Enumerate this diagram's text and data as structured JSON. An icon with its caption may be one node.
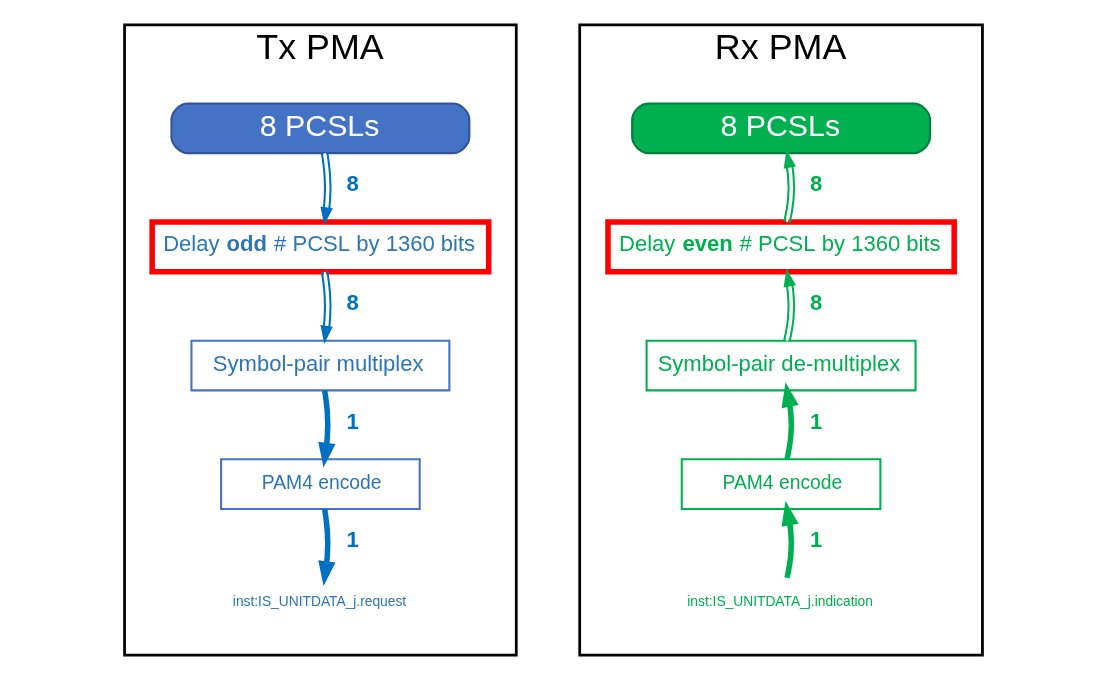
{
  "diagram": {
    "nodes": [
      {
        "text": [
          "Tx PMA"
        ]
      },
      {
        "text": [
          "8 PCSLs"
        ],
        "in": 0
      },
      {
        "text": [
          "Delay **odd** # PCSL by 1360 bits"
        ],
        "in": 0
      },
      {
        "text": [
          "Symbol-pair multiplex"
        ],
        "in": 0
      },
      {
        "text": [
          "PAM4 encode"
        ],
        "in": 0
      },
      {
        "text": [
          "inst:IS_UNITDATA_j.request"
        ],
        "in": 0
      },
      {
        "text": [
          "Rx PMA"
        ]
      },
      {
        "text": [
          "8 PCSLs"
        ],
        "in": 6
      },
      {
        "text": [
          "Delay **even** # PCSL by 1360 bits"
        ],
        "in": 6
      },
      {
        "text": [
          "Symbol-pair de-multiplex"
        ],
        "in": 6
      },
      {
        "text": [
          "PAM4 encode"
        ],
        "in": 6
      },
      {
        "text": [
          "inst:IS_UNITDATA_j.indication"
        ],
        "in": 6
      }
    ],
    "edges": [
      {
        "from": 1,
        "to": 2,
        "arrow": "to",
        "label": "8",
        "color": "#0070c0"
      },
      {
        "from": 2,
        "to": 3,
        "arrow": "to",
        "label": "8",
        "color": "#0070c0"
      },
      {
        "from": 3,
        "to": 4,
        "arrow": "to",
        "label": "1",
        "style": "thick",
        "color": "#0070c0"
      },
      {
        "from": 4,
        "to": 5,
        "arrow": "to",
        "label": "1",
        "style": "thick",
        "color": "#0070c0"
      },
      {
        "from": 11,
        "to": 10,
        "arrow": "to",
        "label": "1",
        "style": "thick",
        "color": "#00b050"
      },
      {
        "from": 10,
        "to": 9,
        "arrow": "to",
        "label": "1",
        "style": "thick",
        "color": "#00b050"
      },
      {
        "from": 9,
        "to": 8,
        "arrow": "to",
        "label": "8",
        "color": "#00b050"
      },
      {
        "from": 8,
        "to": 7,
        "arrow": "to",
        "label": "8",
        "color": "#00b050"
      }
    ]
  }
}
